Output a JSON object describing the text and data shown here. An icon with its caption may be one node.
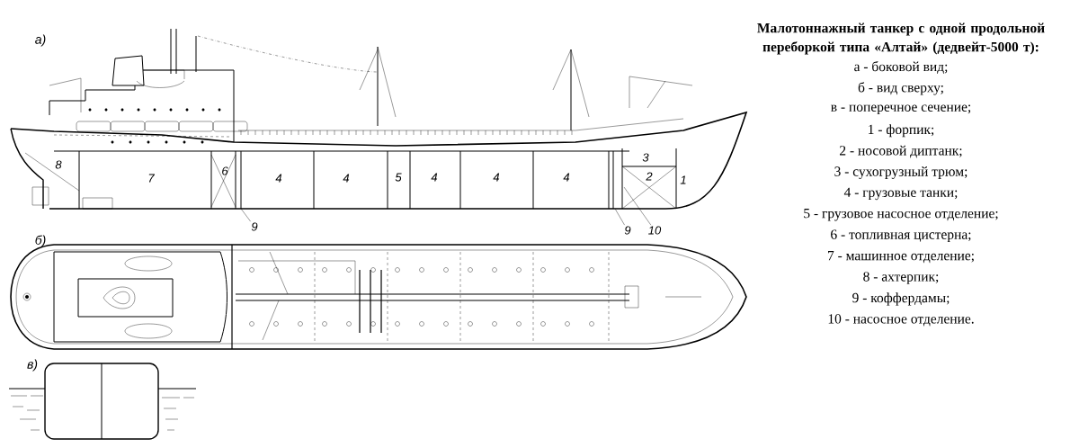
{
  "diagram": {
    "title": "Малотоннажный танкер с одной продольной переборкой типа «Алтай» (дедвейт-5000 т):",
    "nodes": [
      {
        "text": [
          "9"
        ]
      },
      {
        "text": [
          "9"
        ]
      },
      {
        "text": [
          "10"
        ]
      }
    ],
    "edges": [
      {
        "from": 0,
        "to": null,
        "arrow": "none"
      },
      {
        "from": 1,
        "to": null,
        "arrow": "none"
      },
      {
        "from": 2,
        "to": null,
        "arrow": "none"
      }
    ],
    "labels": [
      "а)",
      "8",
      "7",
      "6",
      "4",
      "4",
      "5",
      "4",
      "4",
      "4",
      "3",
      "2",
      "1",
      "б)",
      "в)",
      "а - боковой вид;",
      "б - вид сверху;",
      "в - поперечное сечение;",
      "1 - форпик;",
      "2 - носовой диптанк;",
      "3 - сухогрузный трюм;",
      "4 - грузовые танки;",
      "5 - грузовое насосное отделение;",
      "6 - топливная цистерна;",
      "7 - машинное отделение;",
      "8 - ахтерпик;",
      "9 - коффердамы;",
      "10 - насосное отделение."
    ]
  }
}
